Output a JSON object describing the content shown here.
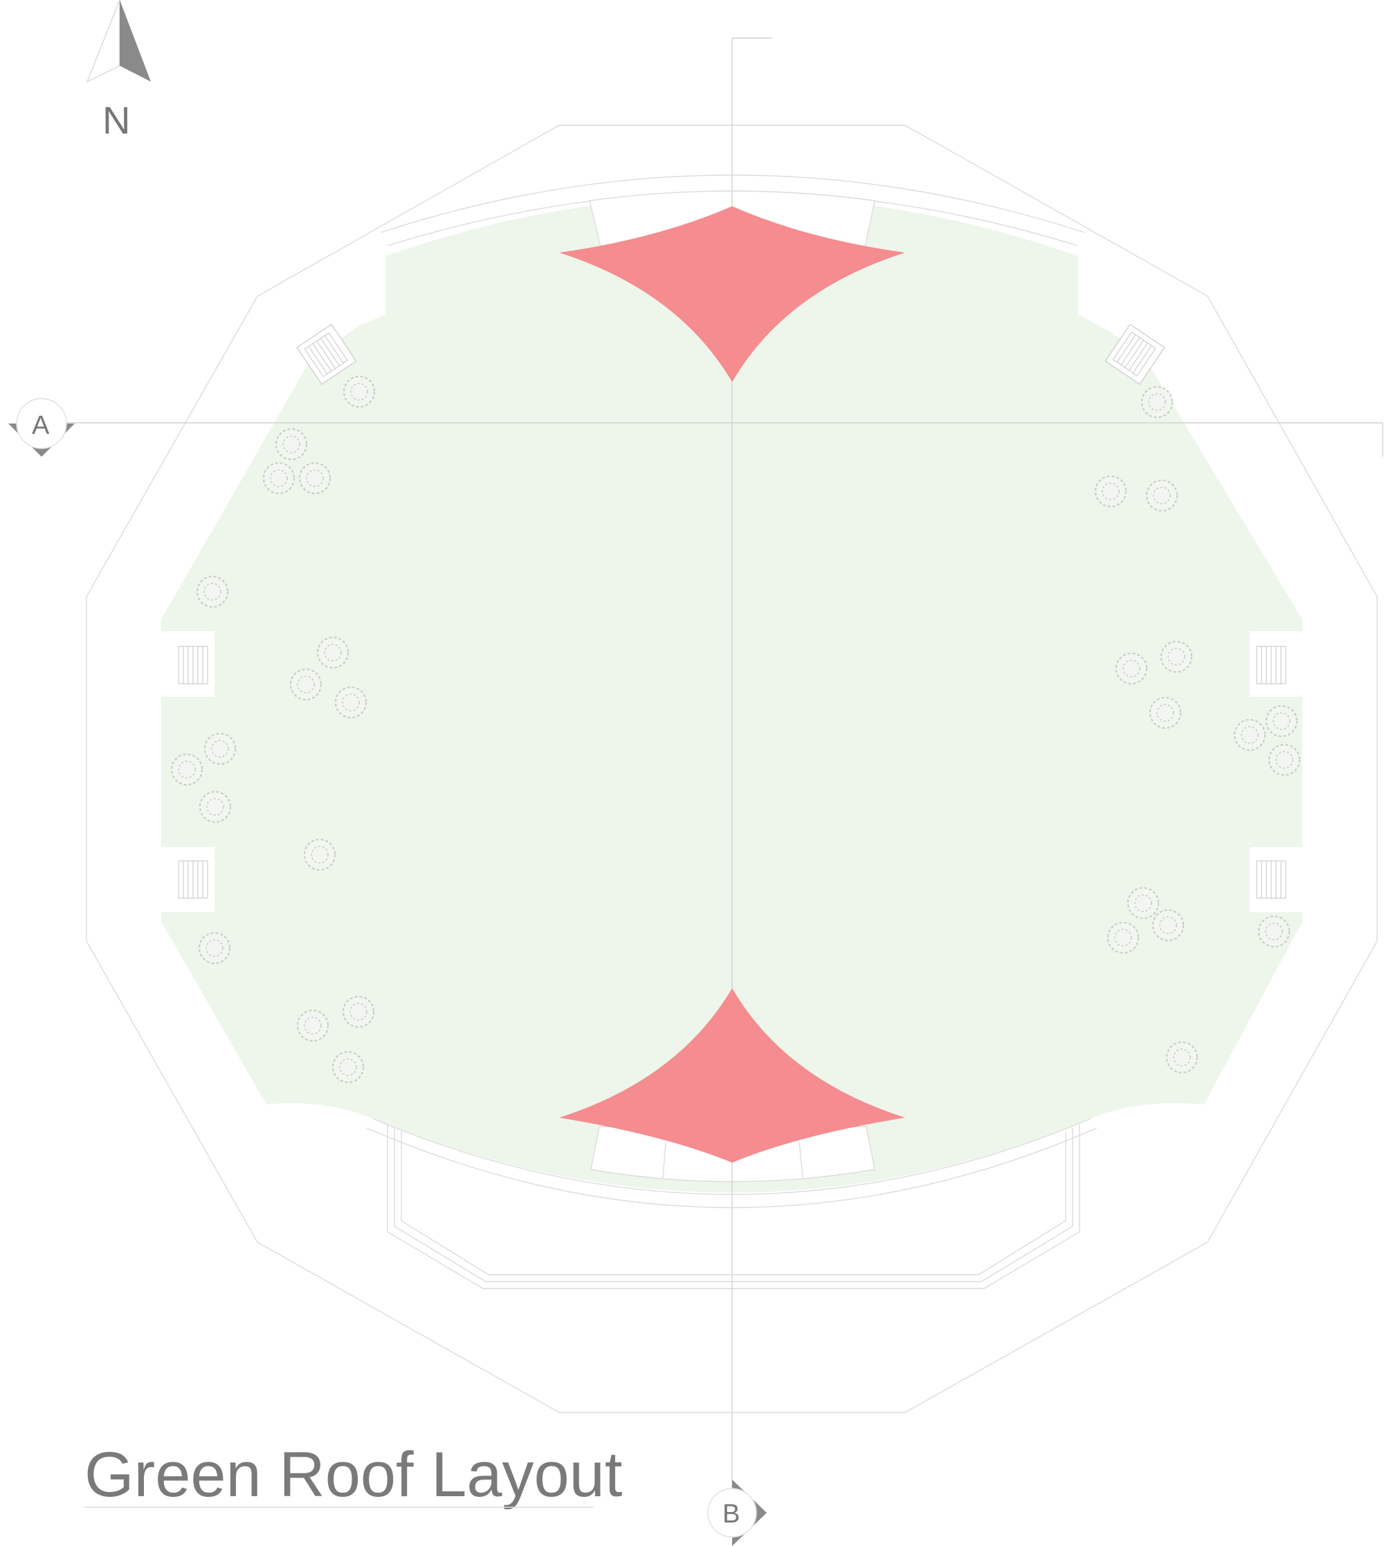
{
  "north_label": "N",
  "section_markers": {
    "a": "A",
    "b": "B"
  },
  "title": "Green Roof Layout",
  "colors": {
    "lawn": "#eef6eb",
    "canopy": "#f58c8f",
    "outline": "#dcdcdc",
    "tree": "#c7cfc5",
    "text": "#777777"
  },
  "icons": {
    "north": "north-arrow-icon",
    "section": "section-marker-icon",
    "tree": "tree-icon",
    "stair": "stair-icon"
  }
}
